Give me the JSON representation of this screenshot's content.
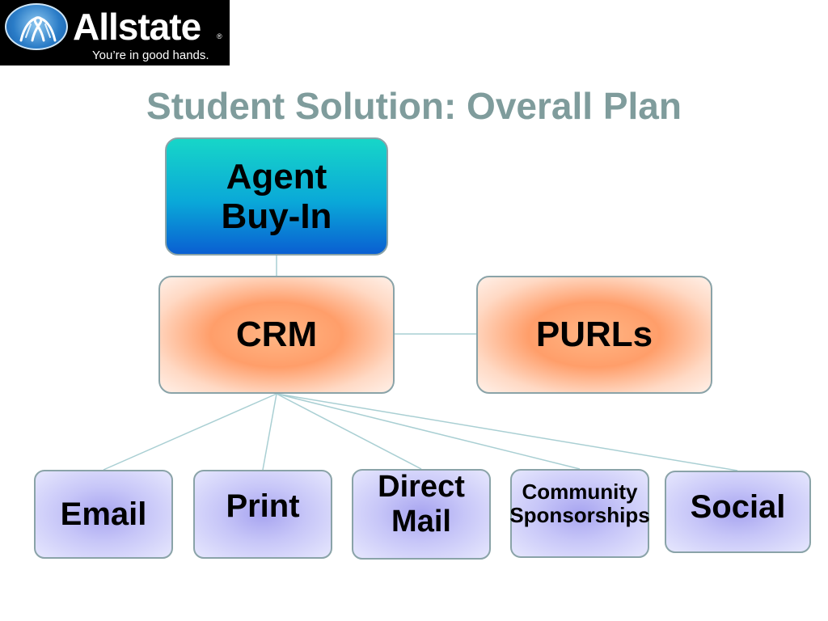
{
  "logo": {
    "brand": "Allstate",
    "registered": "®",
    "tagline": "You’re in good hands.",
    "icon": "good-hands-icon"
  },
  "title": "Student Solution:  Overall Plan",
  "nodes": {
    "agent": "Agent\nBuy-In",
    "crm": "CRM",
    "purls": "PURLs",
    "email": "Email",
    "print": "Print",
    "direct_mail": "Direct\nMail",
    "community": "Community\nSponsorships",
    "social": "Social"
  },
  "colors": {
    "title": "#7f9c9c",
    "connector": "#a9cfd3",
    "border": "#8aa3a8",
    "agent_top": "#17d6c8",
    "agent_bottom": "#0a5fd2",
    "crm_fill": "#ffb685",
    "channel_fill": "#c7c6f8"
  }
}
